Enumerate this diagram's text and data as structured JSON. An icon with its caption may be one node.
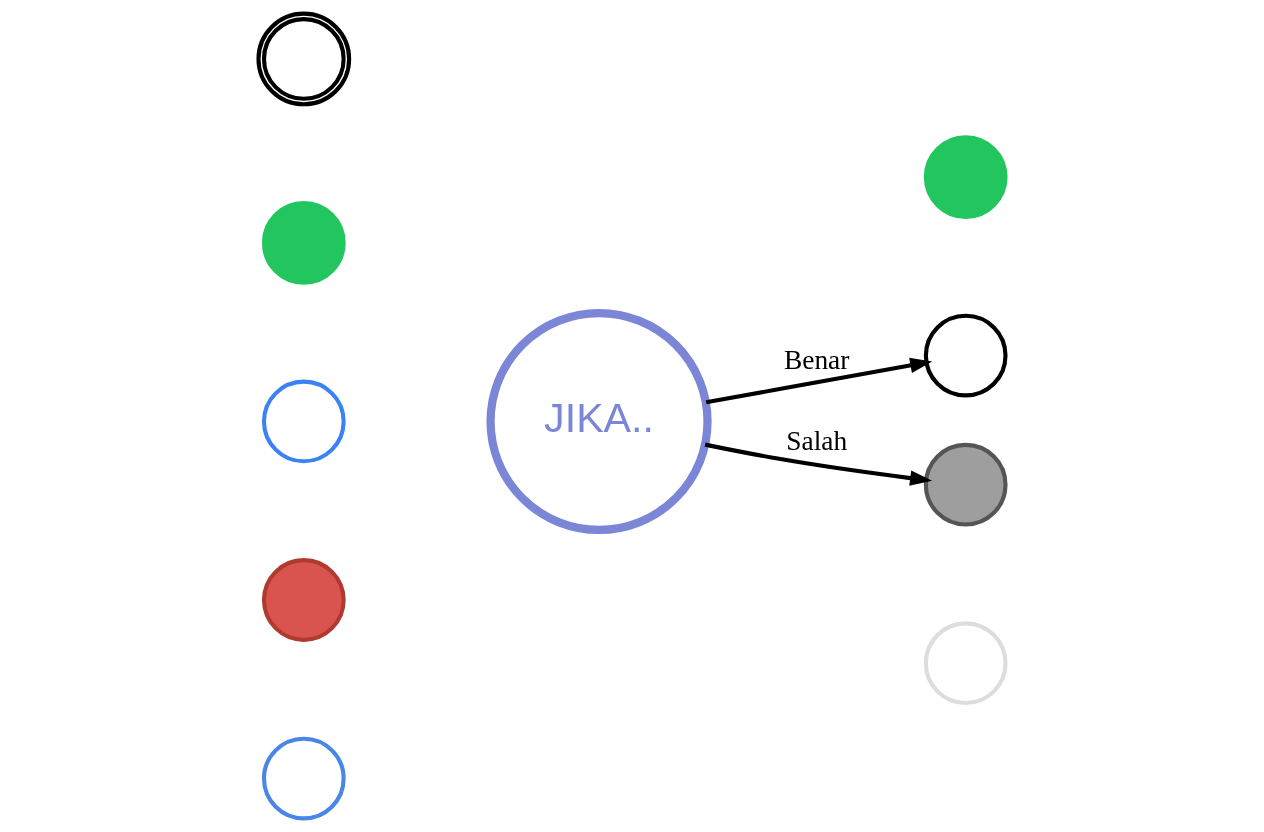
{
  "diagram": {
    "nodes": [
      {
        "text": [],
        "shape": "picture"
      },
      {
        "text": [],
        "shape": "circle"
      },
      {
        "text": [],
        "shape": "circle"
      },
      {
        "text": [],
        "shape": "circle"
      },
      {
        "text": [],
        "shape": "circle"
      },
      {
        "text": [
          "JIKA.."
        ]
      },
      {
        "text": [],
        "shape": "circle"
      },
      {
        "text": [],
        "shape": "circle"
      },
      {
        "text": [],
        "shape": "circle"
      },
      {
        "text": [],
        "shape": "circle"
      }
    ],
    "edges": [
      {
        "from": 5,
        "to": 7,
        "arrow": "to",
        "label": "Benar"
      },
      {
        "from": 5,
        "to": 8,
        "arrow": "to",
        "label": "Salah"
      }
    ]
  }
}
